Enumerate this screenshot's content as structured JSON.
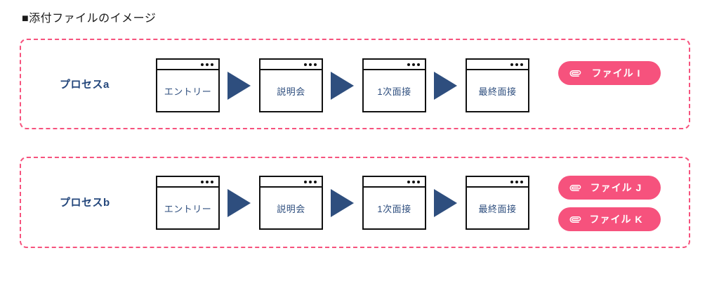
{
  "title": "■添付ファイルのイメージ",
  "colors": {
    "accent_pink": "#f6527d",
    "navy": "#2e4e7e",
    "window_border": "#111111"
  },
  "processes": [
    {
      "label": "プロセスa",
      "steps": [
        "エントリー",
        "説明会",
        "1次面接",
        "最終面接"
      ],
      "files": [
        "ファイル I"
      ]
    },
    {
      "label": "プロセスb",
      "steps": [
        "エントリー",
        "説明会",
        "1次面接",
        "最終面接"
      ],
      "files": [
        "ファイル J",
        "ファイル K"
      ]
    }
  ],
  "icons": {
    "paperclip": "paperclip-icon",
    "arrow": "arrow-right-icon",
    "titlebar_dots": "titlebar-dot"
  }
}
